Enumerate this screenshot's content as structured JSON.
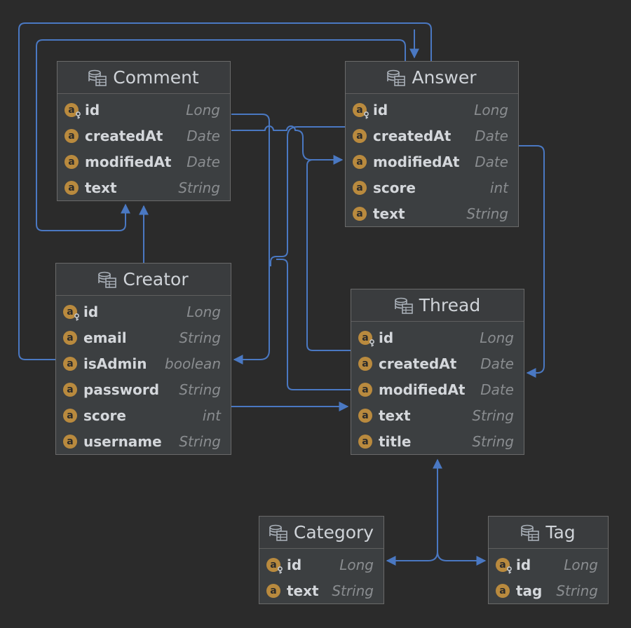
{
  "entities": {
    "comment": {
      "name": "Comment",
      "fields": [
        {
          "name": "id",
          "type": "Long",
          "pk": true
        },
        {
          "name": "createdAt",
          "type": "Date"
        },
        {
          "name": "modifiedAt",
          "type": "Date"
        },
        {
          "name": "text",
          "type": "String"
        }
      ]
    },
    "answer": {
      "name": "Answer",
      "fields": [
        {
          "name": "id",
          "type": "Long",
          "pk": true
        },
        {
          "name": "createdAt",
          "type": "Date"
        },
        {
          "name": "modifiedAt",
          "type": "Date"
        },
        {
          "name": "score",
          "type": "int"
        },
        {
          "name": "text",
          "type": "String"
        }
      ]
    },
    "creator": {
      "name": "Creator",
      "fields": [
        {
          "name": "id",
          "type": "Long",
          "pk": true
        },
        {
          "name": "email",
          "type": "String"
        },
        {
          "name": "isAdmin",
          "type": "boolean"
        },
        {
          "name": "password",
          "type": "String"
        },
        {
          "name": "score",
          "type": "int"
        },
        {
          "name": "username",
          "type": "String"
        }
      ]
    },
    "thread": {
      "name": "Thread",
      "fields": [
        {
          "name": "id",
          "type": "Long",
          "pk": true
        },
        {
          "name": "createdAt",
          "type": "Date"
        },
        {
          "name": "modifiedAt",
          "type": "Date"
        },
        {
          "name": "text",
          "type": "String"
        },
        {
          "name": "title",
          "type": "String"
        }
      ]
    },
    "category": {
      "name": "Category",
      "fields": [
        {
          "name": "id",
          "type": "Long",
          "pk": true
        },
        {
          "name": "text",
          "type": "String"
        }
      ]
    },
    "tag": {
      "name": "Tag",
      "fields": [
        {
          "name": "id",
          "type": "Long",
          "pk": true
        },
        {
          "name": "tag",
          "type": "String"
        }
      ]
    }
  },
  "field_badge": "a",
  "icons": {
    "table": "database-table-icon",
    "field": "attribute-icon",
    "key": "primary-key-icon"
  },
  "colors": {
    "edge": "#4a78c2",
    "badge": "#b98a3e",
    "background": "#2b2b2b"
  }
}
